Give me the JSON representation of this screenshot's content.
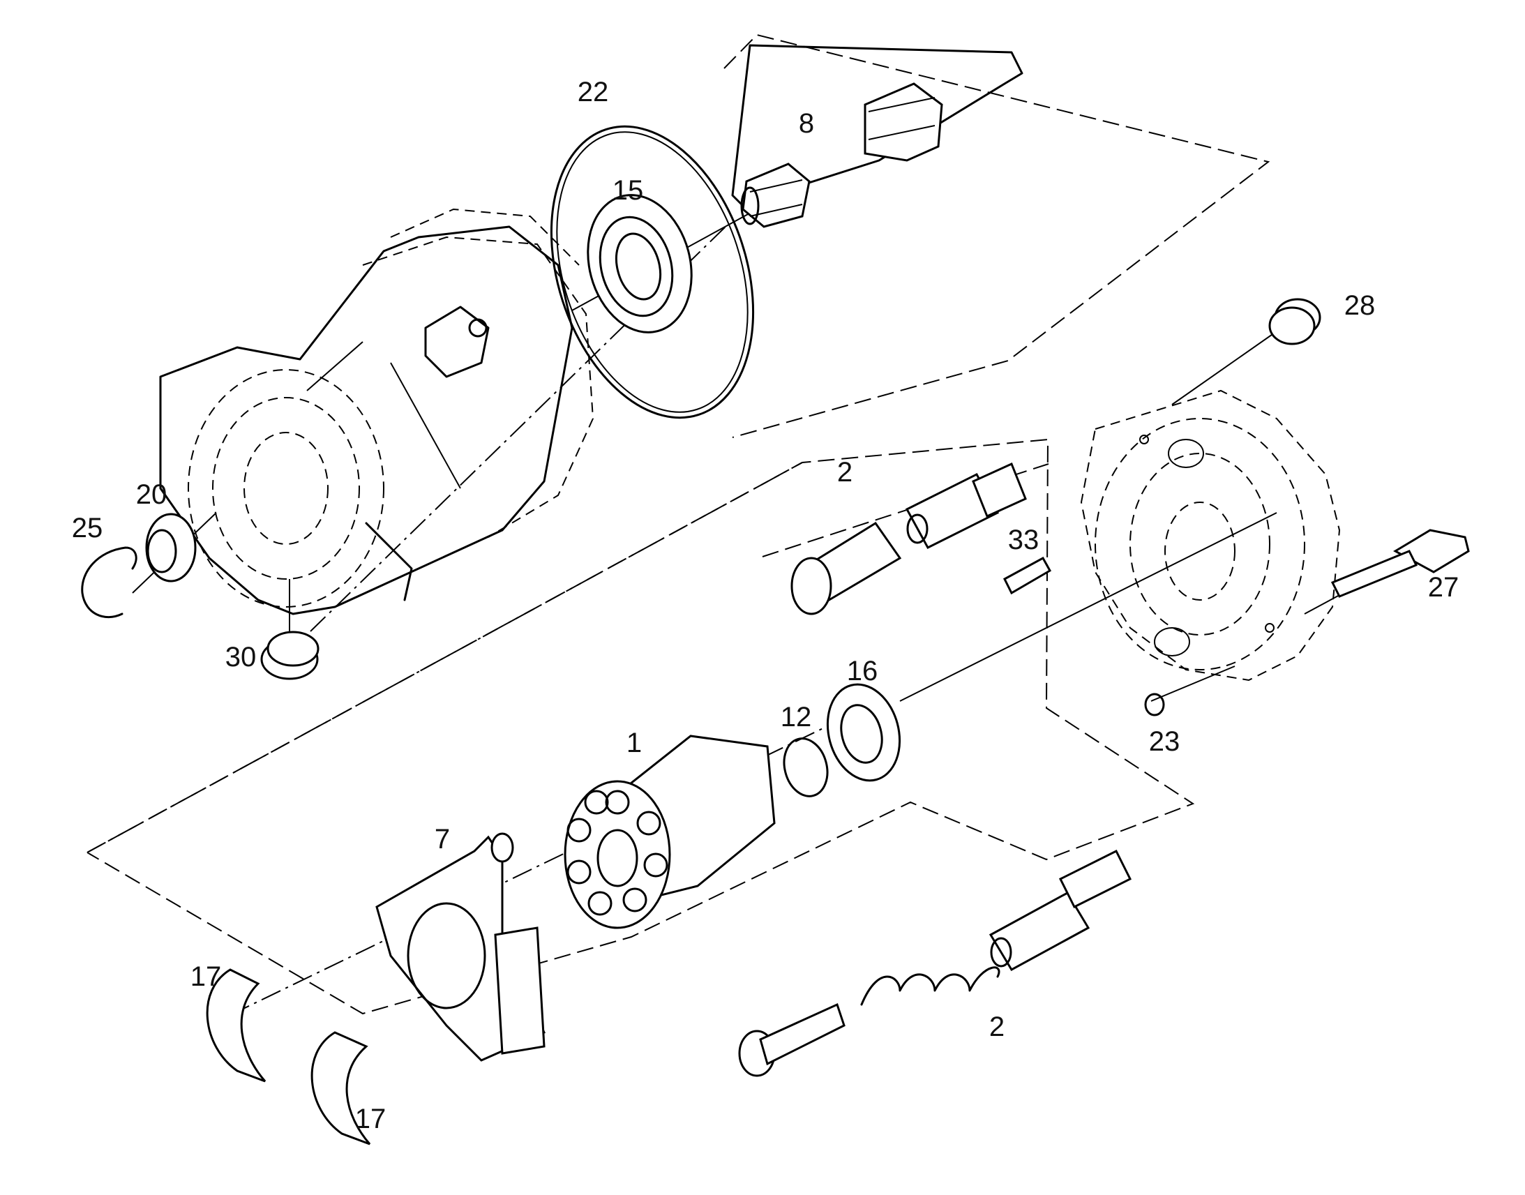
{
  "diagram": {
    "labels": [
      {
        "id": "p22",
        "text": "22"
      },
      {
        "id": "p8",
        "text": "8"
      },
      {
        "id": "p15",
        "text": "15"
      },
      {
        "id": "p28",
        "text": "28"
      },
      {
        "id": "p2a",
        "text": "2"
      },
      {
        "id": "p33",
        "text": "33"
      },
      {
        "id": "p27",
        "text": "27"
      },
      {
        "id": "p25",
        "text": "25"
      },
      {
        "id": "p20",
        "text": "20"
      },
      {
        "id": "p30",
        "text": "30"
      },
      {
        "id": "p16",
        "text": "16"
      },
      {
        "id": "p12",
        "text": "12"
      },
      {
        "id": "p1",
        "text": "1"
      },
      {
        "id": "p23",
        "text": "23"
      },
      {
        "id": "p7",
        "text": "7"
      },
      {
        "id": "p17a",
        "text": "17"
      },
      {
        "id": "p17b",
        "text": "17"
      },
      {
        "id": "p2b",
        "text": "2"
      }
    ]
  }
}
